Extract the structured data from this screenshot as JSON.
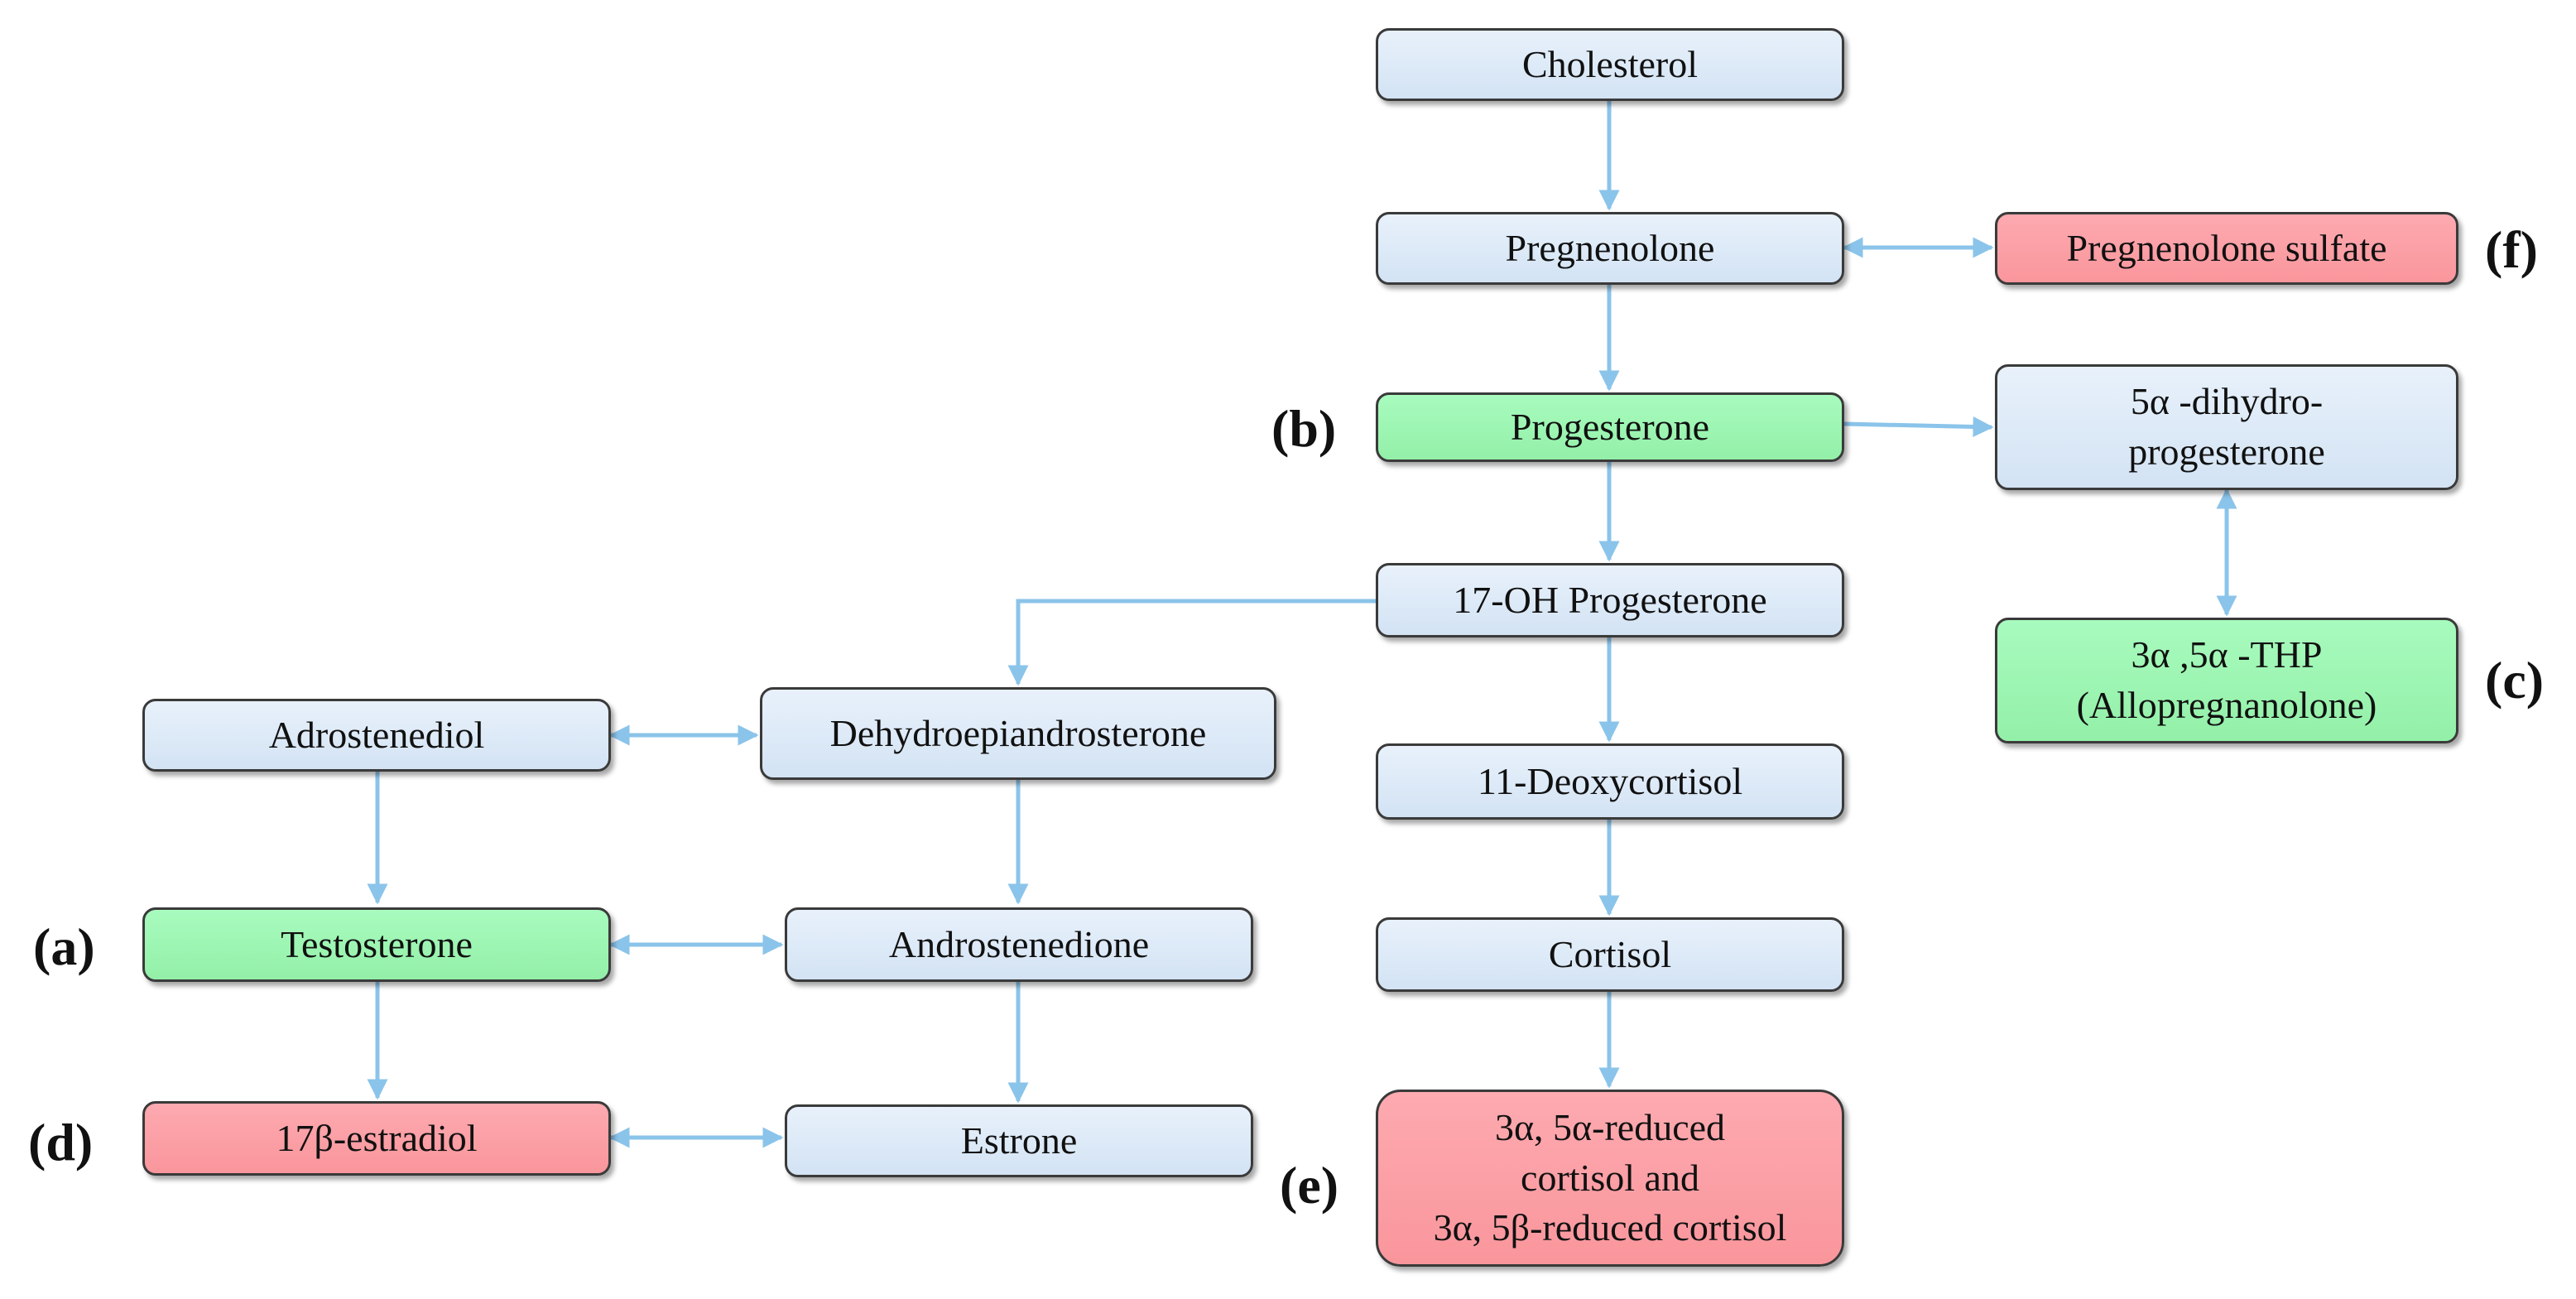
{
  "nodes": {
    "cholesterol": "Cholesterol",
    "pregnenolone": "Pregnenolone",
    "pregnenolone_sulfate": "Pregnenolone sulfate",
    "progesterone": "Progesterone",
    "dihydroprogesterone": "5α -dihydro-\nprogesterone",
    "oh17_progesterone": "17-OH Progesterone",
    "thp": "3α ,5α -THP\n(Allopregnanolone)",
    "adrostenediol": "Adrostenediol",
    "dhea": "Dehydroepiandrosterone",
    "deoxycortisol": "11-Deoxycortisol",
    "testosterone": "Testosterone",
    "androstenedione": "Androstenedione",
    "cortisol": "Cortisol",
    "estradiol": "17β-estradiol",
    "estrone": "Estrone",
    "reduced_cortisol": "3α, 5α-reduced\ncortisol and\n3α, 5β-reduced cortisol"
  },
  "labels": {
    "a": "(a)",
    "b": "(b)",
    "c": "(c)",
    "d": "(d)",
    "e": "(e)",
    "f": "(f)"
  },
  "colors": {
    "blue_box": "#d8e7f6",
    "green_box": "#9ef5b4",
    "red_box": "#fba0a6",
    "arrow": "#8bc4ea"
  }
}
